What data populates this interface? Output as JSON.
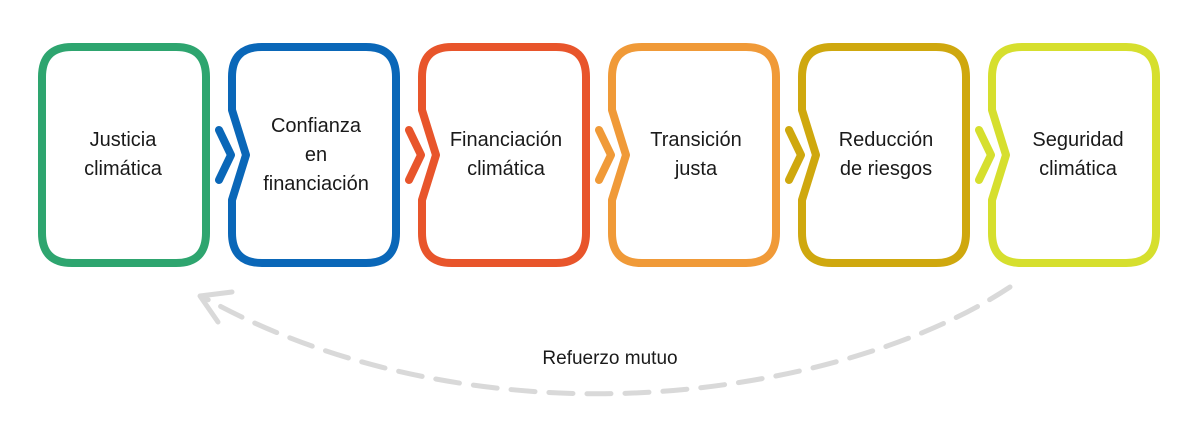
{
  "diagram": {
    "stages": [
      {
        "label": "Justicia\nclimática",
        "color": "#2ea56f"
      },
      {
        "label": "Confianza\nen\nfinanciación",
        "color": "#0a67b8"
      },
      {
        "label": "Financiación\nclimática",
        "color": "#e8552b"
      },
      {
        "label": "Transición\njusta",
        "color": "#f09a38"
      },
      {
        "label": "Reducción\nde riesgos",
        "color": "#cfa80e"
      },
      {
        "label": "Seguridad\nclimática",
        "color": "#d6df2e"
      }
    ],
    "feedback": {
      "label": "Refuerzo mutuo",
      "color": "#d9d9d9"
    }
  }
}
